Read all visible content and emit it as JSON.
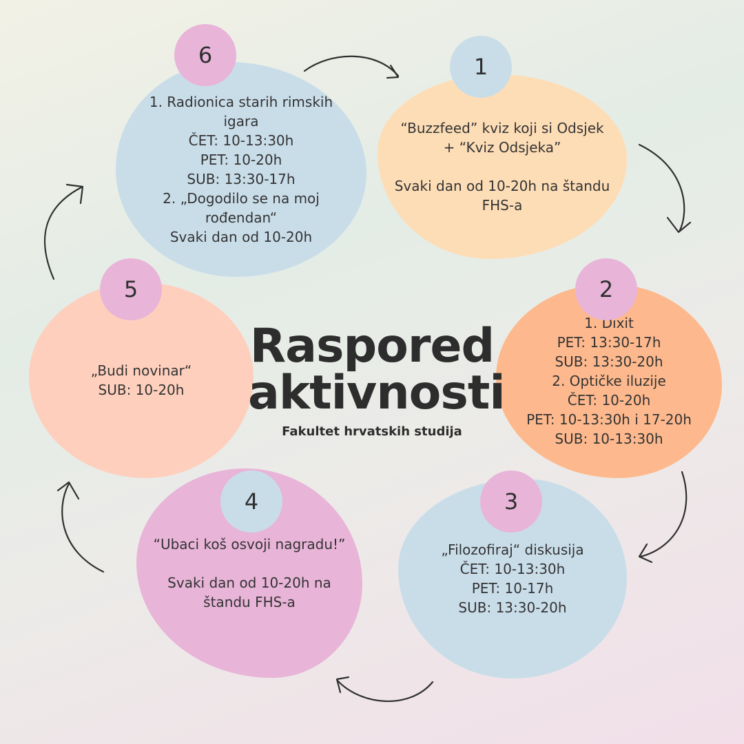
{
  "title": {
    "line1": "Raspored",
    "line2": "aktivnosti"
  },
  "subtitle": "Fakultet hrvatskih studija",
  "colors": {
    "blue": "#c9dde9",
    "pink": "#e8b4d8",
    "peach": "#fdddb6",
    "orange": "#fdb98d",
    "salmon": "#fecfbd",
    "arrow": "#2f2f2f"
  },
  "activities": [
    {
      "number": "1",
      "lines": [
        "“Buzzfeed” kviz koji si Odsjek",
        "+ “Kviz Odsjeka”",
        "",
        "Svaki dan od 10-20h na štandu",
        "FHS-a"
      ]
    },
    {
      "number": "2",
      "lines": [
        "1. Dixit",
        "PET: 13:30-17h",
        "SUB: 13:30-20h",
        "2. Optičke iluzije",
        "ČET: 10-20h",
        "PET: 10-13:30h i 17-20h",
        "SUB: 10-13:30h"
      ]
    },
    {
      "number": "3",
      "lines": [
        "„Filozofiraj“ diskusija",
        "ČET: 10-13:30h",
        "PET: 10-17h",
        "SUB: 13:30-20h"
      ]
    },
    {
      "number": "4",
      "lines": [
        "“Ubaci koš osvoji nagradu!”",
        "",
        "Svaki dan od 10-20h na",
        "štandu FHS-a"
      ]
    },
    {
      "number": "5",
      "lines": [
        "„Budi novinar“",
        "SUB: 10-20h"
      ]
    },
    {
      "number": "6",
      "lines": [
        "1. Radionica starih rimskih",
        "igara",
        "ČET: 10-13:30h",
        "PET: 10-20h",
        "SUB: 13:30-17h",
        "2. „Dogodilo se na moj",
        "rođendan“",
        "Svaki dan od 10-20h"
      ]
    }
  ]
}
